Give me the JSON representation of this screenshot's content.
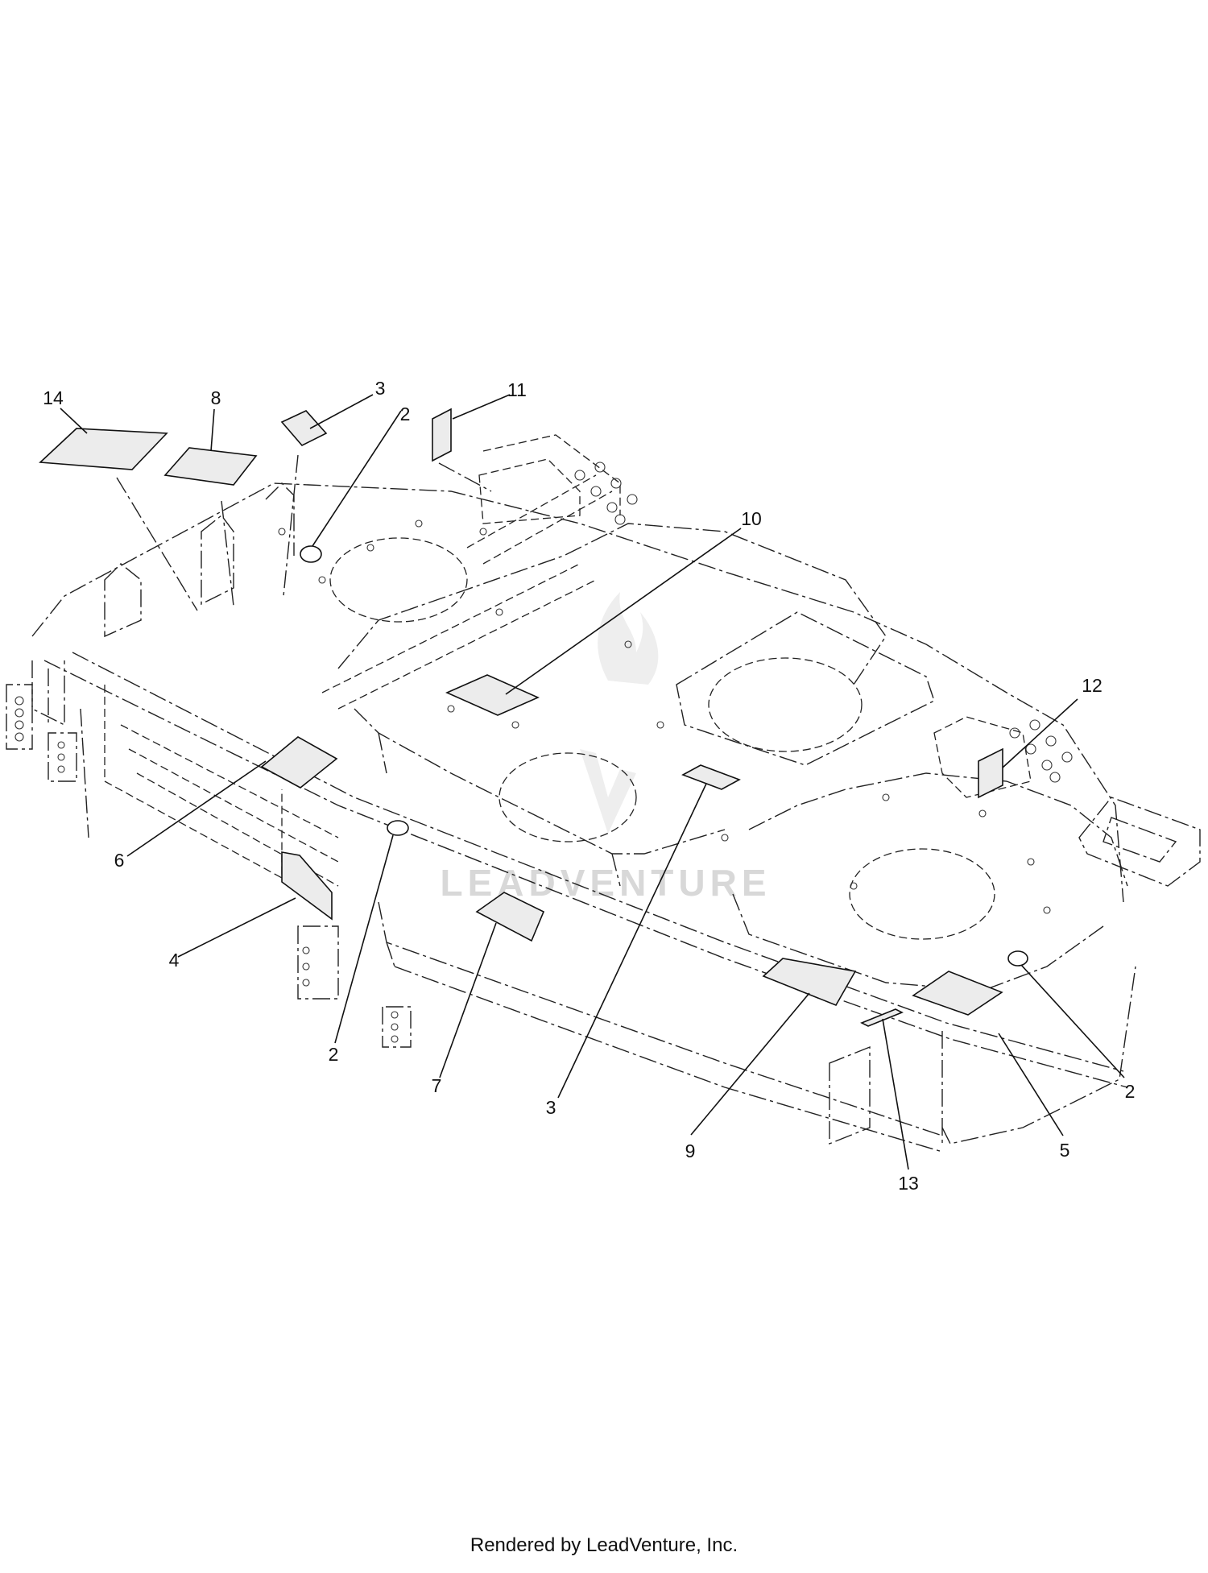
{
  "diagram": {
    "callouts": [
      {
        "id": "c14",
        "label": "14"
      },
      {
        "id": "c8",
        "label": "8"
      },
      {
        "id": "c3a",
        "label": "3"
      },
      {
        "id": "c2a",
        "label": "2"
      },
      {
        "id": "c11",
        "label": "11"
      },
      {
        "id": "c10",
        "label": "10"
      },
      {
        "id": "c12",
        "label": "12"
      },
      {
        "id": "c6",
        "label": "6"
      },
      {
        "id": "c4",
        "label": "4"
      },
      {
        "id": "c2b",
        "label": "2"
      },
      {
        "id": "c7",
        "label": "7"
      },
      {
        "id": "c3b",
        "label": "3"
      },
      {
        "id": "c9",
        "label": "9"
      },
      {
        "id": "c13",
        "label": "13"
      },
      {
        "id": "c5",
        "label": "5"
      },
      {
        "id": "c2c",
        "label": "2"
      }
    ],
    "watermark": "LEADVENTURE"
  },
  "footer": {
    "text": "Rendered by LeadVenture, Inc."
  }
}
